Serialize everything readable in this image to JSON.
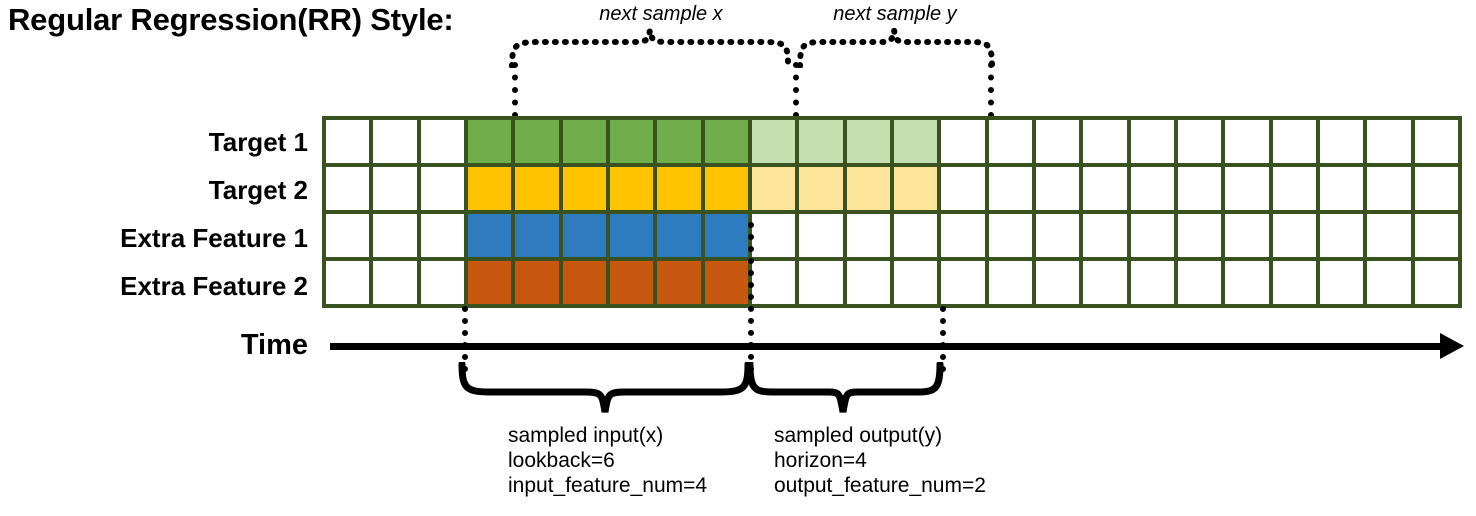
{
  "title": "Regular Regression(RR) Style:",
  "colors": {
    "border": "#3A5220",
    "empty": "#ffffff",
    "target1_solid": "#6FAE4A",
    "target1_faded": "#C6DFB0",
    "target2_solid": "#FFC300",
    "target2_faded": "#FCE49A",
    "extra1_solid": "#2F7BBF",
    "extra2_solid": "#C8570F",
    "axis": "#000000"
  },
  "grid": {
    "columns": 24,
    "rows": 4,
    "lead_empty_columns": 3,
    "input_columns": 6,
    "output_columns": 4,
    "trail_empty_columns": 11,
    "row_labels": [
      "Target 1",
      "Target 2",
      "Extra Feature 1",
      "Extra Feature 2"
    ],
    "row_fills": [
      [
        "#ffffff",
        "#ffffff",
        "#ffffff",
        "#6FAE4A",
        "#6FAE4A",
        "#6FAE4A",
        "#6FAE4A",
        "#6FAE4A",
        "#6FAE4A",
        "#C6DFB0",
        "#C6DFB0",
        "#C6DFB0",
        "#C6DFB0",
        "#ffffff",
        "#ffffff",
        "#ffffff",
        "#ffffff",
        "#ffffff",
        "#ffffff",
        "#ffffff",
        "#ffffff",
        "#ffffff",
        "#ffffff",
        "#ffffff"
      ],
      [
        "#ffffff",
        "#ffffff",
        "#ffffff",
        "#FFC300",
        "#FFC300",
        "#FFC300",
        "#FFC300",
        "#FFC300",
        "#FFC300",
        "#FCE49A",
        "#FCE49A",
        "#FCE49A",
        "#FCE49A",
        "#ffffff",
        "#ffffff",
        "#ffffff",
        "#ffffff",
        "#ffffff",
        "#ffffff",
        "#ffffff",
        "#ffffff",
        "#ffffff",
        "#ffffff",
        "#ffffff"
      ],
      [
        "#ffffff",
        "#ffffff",
        "#ffffff",
        "#2F7BBF",
        "#2F7BBF",
        "#2F7BBF",
        "#2F7BBF",
        "#2F7BBF",
        "#2F7BBF",
        "#ffffff",
        "#ffffff",
        "#ffffff",
        "#ffffff",
        "#ffffff",
        "#ffffff",
        "#ffffff",
        "#ffffff",
        "#ffffff",
        "#ffffff",
        "#ffffff",
        "#ffffff",
        "#ffffff",
        "#ffffff",
        "#ffffff"
      ],
      [
        "#ffffff",
        "#ffffff",
        "#ffffff",
        "#C8570F",
        "#C8570F",
        "#C8570F",
        "#C8570F",
        "#C8570F",
        "#C8570F",
        "#ffffff",
        "#ffffff",
        "#ffffff",
        "#ffffff",
        "#ffffff",
        "#ffffff",
        "#ffffff",
        "#ffffff",
        "#ffffff",
        "#ffffff",
        "#ffffff",
        "#ffffff",
        "#ffffff",
        "#ffffff",
        "#ffffff"
      ]
    ]
  },
  "top_annotations": {
    "next_sample_x": "next sample x",
    "next_sample_y": "next sample y"
  },
  "time_axis": {
    "label": "Time"
  },
  "bottom_annotations": {
    "input": {
      "line1": "sampled input(x)",
      "line2": "lookback=6",
      "line3": "input_feature_num=4"
    },
    "output": {
      "line1": "sampled output(y)",
      "line2": "horizon=4",
      "line3": "output_feature_num=2"
    }
  }
}
